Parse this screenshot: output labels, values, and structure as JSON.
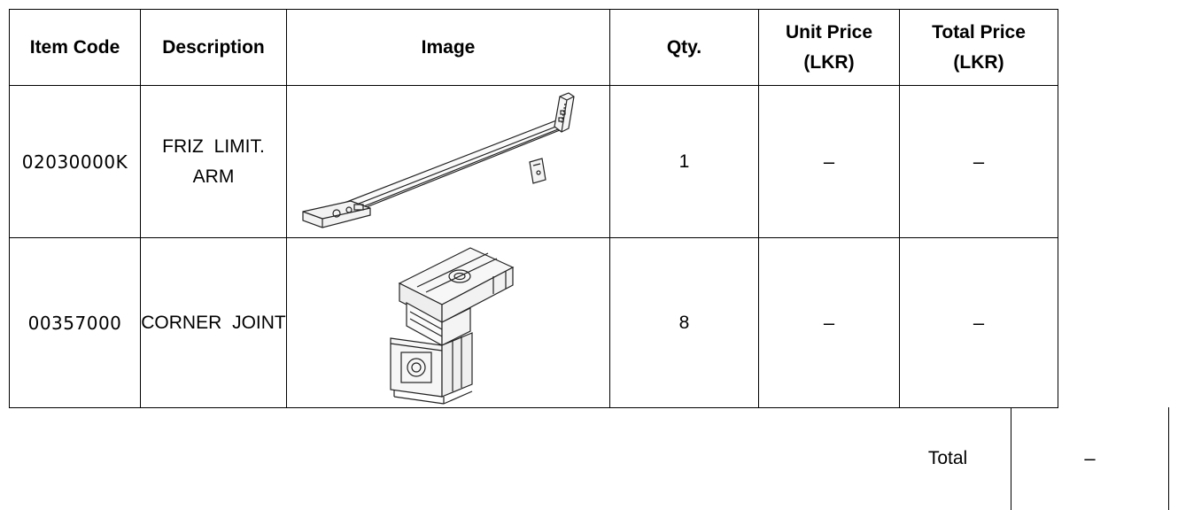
{
  "table": {
    "headers": {
      "item_code": "Item Code",
      "description": "Description",
      "image": "Image",
      "qty": "Qty.",
      "unit_price_line1": "Unit Price",
      "unit_price_line2": "(LKR)",
      "total_price_line1": "Total Price",
      "total_price_line2": "(LKR)"
    },
    "rows": [
      {
        "item_code": "02030000K",
        "description_line1": "FRIZ  LIMIT.",
        "description_line2": "ARM",
        "image_icon": "friction-limiting-arm-icon",
        "qty": "1",
        "unit_price": "–",
        "total_price": "–"
      },
      {
        "item_code": "00357000",
        "description_line1": "CORNER  JOINT",
        "description_line2": "",
        "image_icon": "corner-joint-icon",
        "qty": "8",
        "unit_price": "–",
        "total_price": "–"
      }
    ]
  },
  "summary": {
    "total_label": "Total",
    "total_value": "–"
  }
}
